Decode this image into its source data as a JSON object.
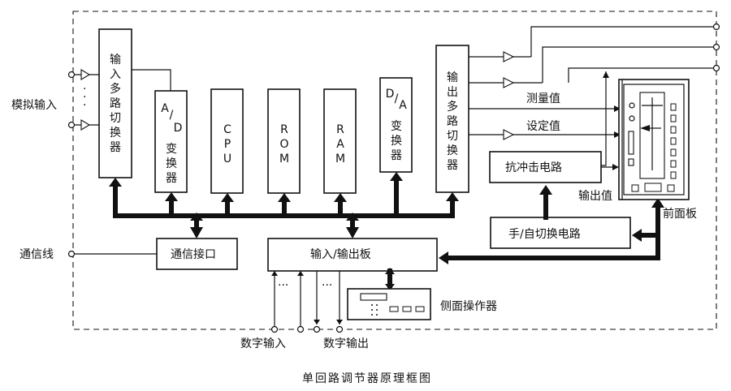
{
  "caption": "单回路调节器原理框图",
  "labels": {
    "analog_input": "模拟输入",
    "comm_line": "通信线",
    "digital_input": "数字输入",
    "digital_output": "数字输出",
    "measured_value": "测量值",
    "set_value": "设定值",
    "output_value": "输出值",
    "front_panel": "前面板",
    "side_operator": "侧面操作器",
    "ellipsis_v": "·\n·\n·",
    "ellipsis_h": "···"
  },
  "blocks": {
    "input_mux": [
      "输",
      "入",
      "多",
      "路",
      "切",
      "换",
      "器"
    ],
    "ad": [
      "A",
      "/",
      "D",
      "变",
      "换",
      "器"
    ],
    "cpu": [
      "C",
      "P",
      "U"
    ],
    "rom": [
      "R",
      "O",
      "M"
    ],
    "ram": [
      "R",
      "A",
      "M"
    ],
    "da": [
      "D",
      "/",
      "A",
      "变",
      "换",
      "器"
    ],
    "output_mux": [
      "输",
      "出",
      "多",
      "路",
      "切",
      "换",
      "器"
    ],
    "comm_interface": "通信接口",
    "io_board": "输入/输出板",
    "anti_shock": "抗冲击电路",
    "manual_auto": "手/自切换电路"
  }
}
